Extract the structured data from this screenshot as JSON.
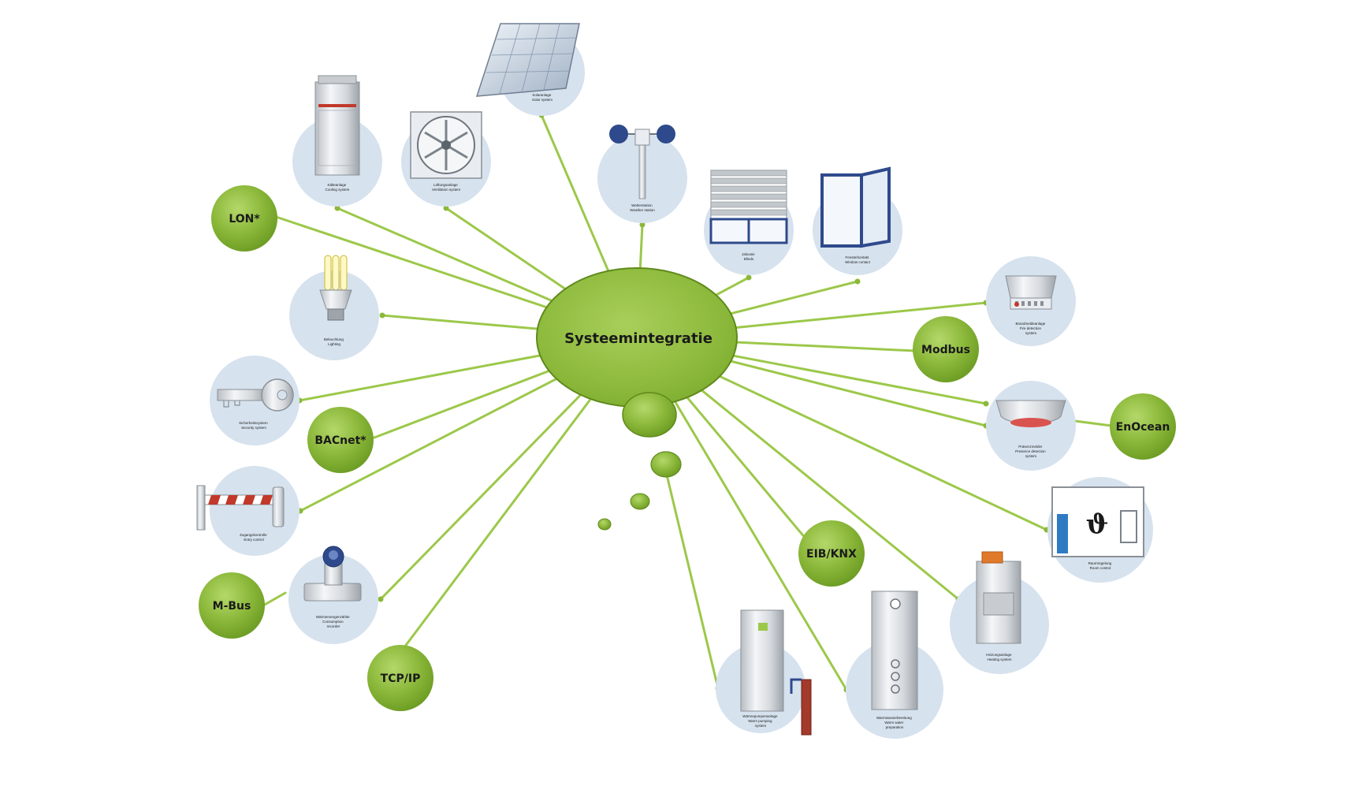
{
  "colors": {
    "accent": "#8bb83a",
    "accent_dark": "#5f8a1c",
    "line": "#9cc84a",
    "device_bg": "#d6e2ee"
  },
  "hub": {
    "label": "Systeemintegratie"
  },
  "protocols": [
    {
      "id": "lon",
      "label": "LON*"
    },
    {
      "id": "bacnet",
      "label": "BACnet*"
    },
    {
      "id": "mbus",
      "label": "M-Bus"
    },
    {
      "id": "tcpip",
      "label": "TCP/IP"
    },
    {
      "id": "eibknx",
      "label": "EIB/KNX"
    },
    {
      "id": "modbus",
      "label": "Modbus"
    },
    {
      "id": "enocean",
      "label": "EnOcean"
    }
  ],
  "devices": [
    {
      "id": "cooling",
      "icon": "cooling-unit-icon",
      "caption": [
        "Kälteanlage",
        "Cooling system"
      ]
    },
    {
      "id": "ventilation",
      "icon": "fan-icon",
      "caption": [
        "Lüftungsanlage",
        "Ventilation system"
      ]
    },
    {
      "id": "solar",
      "icon": "solar-panel-icon",
      "caption": [
        "Solaranlage",
        "Solar system"
      ]
    },
    {
      "id": "weather",
      "icon": "anemometer-icon",
      "caption": [
        "Wetterstation",
        "Weather station"
      ]
    },
    {
      "id": "blinds",
      "icon": "blinds-icon",
      "caption": [
        "Jalousie",
        "Blinds"
      ]
    },
    {
      "id": "window",
      "icon": "window-icon",
      "caption": [
        "Fensterkontakt",
        "Window contact"
      ]
    },
    {
      "id": "lighting",
      "icon": "light-bulb-icon",
      "caption": [
        "Beleuchtung",
        "Lighting"
      ]
    },
    {
      "id": "security",
      "icon": "key-icon",
      "caption": [
        "Sicherheitssystem",
        "Security system"
      ]
    },
    {
      "id": "access",
      "icon": "barrier-icon",
      "caption": [
        "Zugangskontrolle",
        "Entry control"
      ]
    },
    {
      "id": "heatmeter",
      "icon": "valve-icon",
      "caption": [
        "Wärmemengenzähler",
        "Consumption",
        "recorder"
      ]
    },
    {
      "id": "firedetection",
      "icon": "smoke-detector-icon",
      "caption": [
        "Brandmeldeanlage",
        "Fire detection",
        "system"
      ]
    },
    {
      "id": "presence",
      "icon": "presence-detector-icon",
      "caption": [
        "Präsenzmelder",
        "Presence detection",
        "system"
      ]
    },
    {
      "id": "roomcontrol",
      "icon": "thermostat-icon",
      "caption": [
        "Raumregelung",
        "Room control"
      ]
    },
    {
      "id": "heating",
      "icon": "boiler-icon",
      "caption": [
        "Heizungsanlage",
        "Heating system"
      ]
    },
    {
      "id": "heatpump",
      "icon": "heat-pump-icon",
      "caption": [
        "Wärmepumpenanlage",
        "Warm pumping",
        "system"
      ]
    },
    {
      "id": "hotwater",
      "icon": "water-tank-icon",
      "caption": [
        "Warmwasserbereitung",
        "Warm water",
        "preparation"
      ]
    }
  ]
}
